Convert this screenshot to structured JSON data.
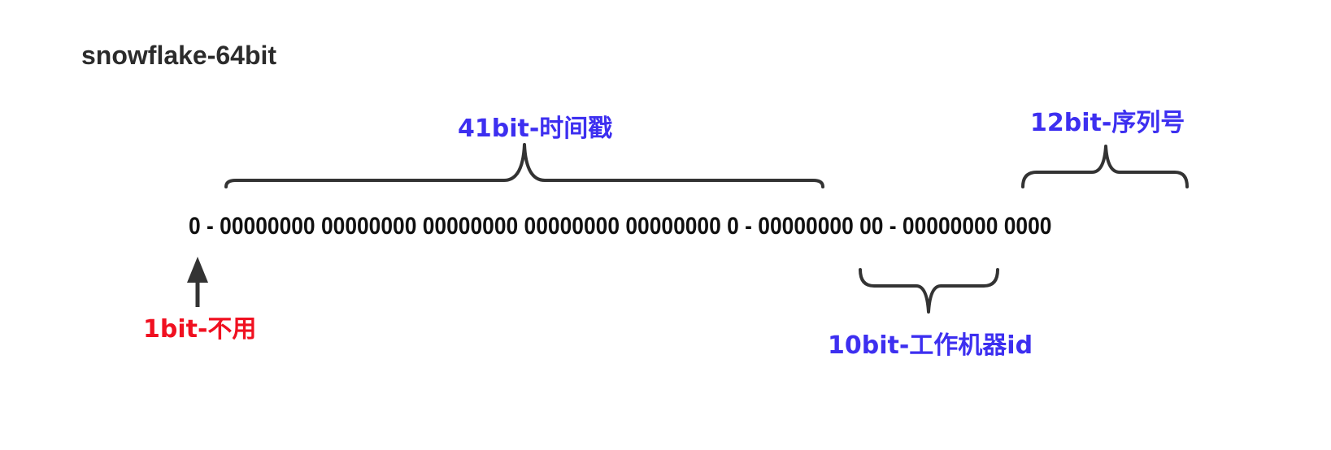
{
  "title": "snowflake-64bit",
  "bit_groups": {
    "sign": "0",
    "sep1": " - ",
    "timestamp": "00000000 00000000 00000000 00000000 00000000 0",
    "sep2": " - ",
    "worker": "00000000 00",
    "sep3": " - ",
    "sequence": "00000000 0000"
  },
  "labels": {
    "timestamp": "41bit-时间戳",
    "sequence": "12bit-序列号",
    "worker": "10bit-工作机器id",
    "unused": "1bit-不用"
  },
  "colors": {
    "title": "#2b2b2b",
    "bits": "#111111",
    "blue_label": "#3d2ff0",
    "red_label": "#f01020",
    "bracket": "#333333"
  }
}
